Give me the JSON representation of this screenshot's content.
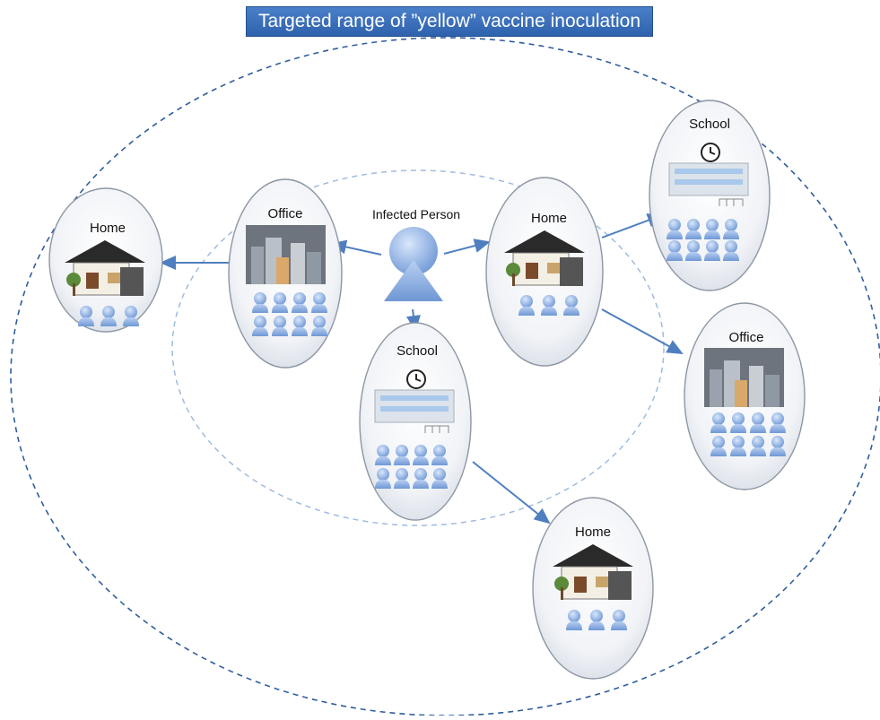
{
  "title": "Targeted range of ”yellow” vaccine inoculation",
  "center_label": "Infected Person",
  "nodes": [
    {
      "id": "home_far_left",
      "label": "Home"
    },
    {
      "id": "office_inner",
      "label": "Office"
    },
    {
      "id": "school_inner",
      "label": "School"
    },
    {
      "id": "home_inner",
      "label": "Home"
    },
    {
      "id": "school_outer",
      "label": "School"
    },
    {
      "id": "office_outer",
      "label": "Office"
    },
    {
      "id": "home_outer",
      "label": "Home"
    }
  ],
  "colors": {
    "outer_ring": "#2f5d9e",
    "inner_ring": "#9fbbe0",
    "arrow": "#4f7fc0",
    "person": "#8fb3e6",
    "title_bg": "#3a6fbd"
  }
}
